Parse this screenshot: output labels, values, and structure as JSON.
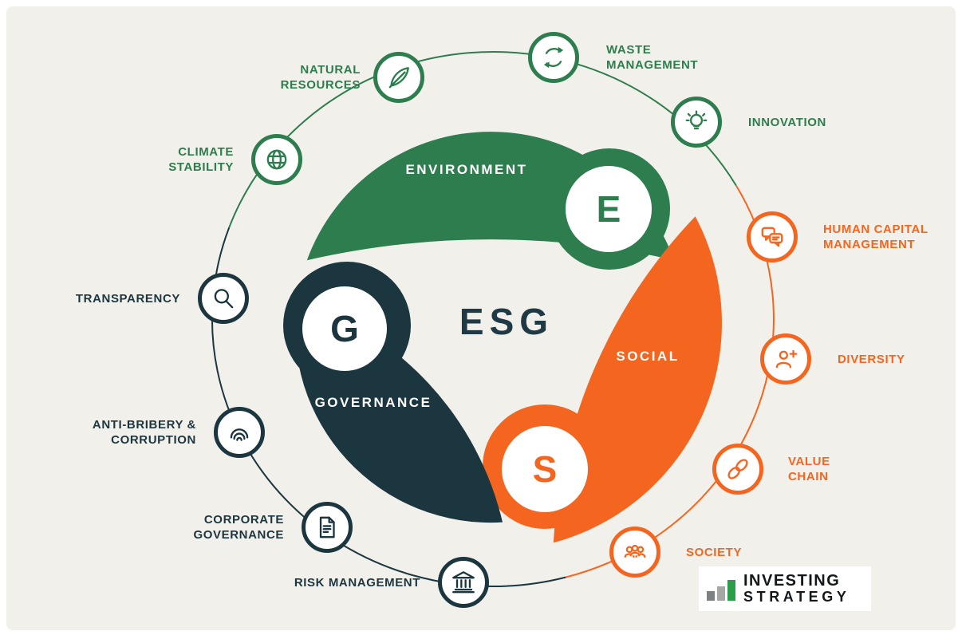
{
  "background": {
    "canvas_color": "#ffffff",
    "panel_color": "#f2f0ea"
  },
  "colors": {
    "environment_green": "#2e7d4e",
    "social_orange": "#f4661f",
    "governance_dark": "#1c3640",
    "center_text": "#1f3a45"
  },
  "center": {
    "title": "ESG"
  },
  "segments": [
    {
      "label": "ENVIRONMENT",
      "letter": "E"
    },
    {
      "label": "SOCIAL",
      "letter": "S"
    },
    {
      "label": "GOVERNANCE",
      "letter": "G"
    }
  ],
  "satellites": [
    {
      "label": "NATURAL RESOURCES",
      "icon": "feather-icon",
      "group": "environment"
    },
    {
      "label": "WASTE MANAGEMENT",
      "icon": "recycle-icon",
      "group": "environment"
    },
    {
      "label": "INNOVATION",
      "icon": "lightbulb-icon",
      "group": "environment"
    },
    {
      "label": "HUMAN CAPITAL MANAGEMENT",
      "icon": "chat-bubbles-icon",
      "group": "social"
    },
    {
      "label": "DIVERSITY",
      "icon": "person-plus-icon",
      "group": "social"
    },
    {
      "label": "VALUE CHAIN",
      "icon": "chain-link-icon",
      "group": "social"
    },
    {
      "label": "SOCIETY",
      "icon": "people-group-icon",
      "group": "social"
    },
    {
      "label": "RISK MANAGEMENT",
      "icon": "bank-icon",
      "group": "governance"
    },
    {
      "label": "CORPORATE GOVERNANCE",
      "icon": "document-icon",
      "group": "governance"
    },
    {
      "label": "ANTI-BRIBERY & CORRUPTION",
      "icon": "fingerprint-icon",
      "group": "governance"
    },
    {
      "label": "TRANSPARENCY",
      "icon": "magnifier-icon",
      "group": "governance"
    },
    {
      "label": "CLIMATE STABILITY",
      "icon": "globe-icon",
      "group": "environment"
    }
  ],
  "logo": {
    "line1": "INVESTING",
    "line2": "STRATEGY",
    "bar_colors": [
      "#7e8184",
      "#a5a7a4",
      "#2c9e4b"
    ]
  }
}
